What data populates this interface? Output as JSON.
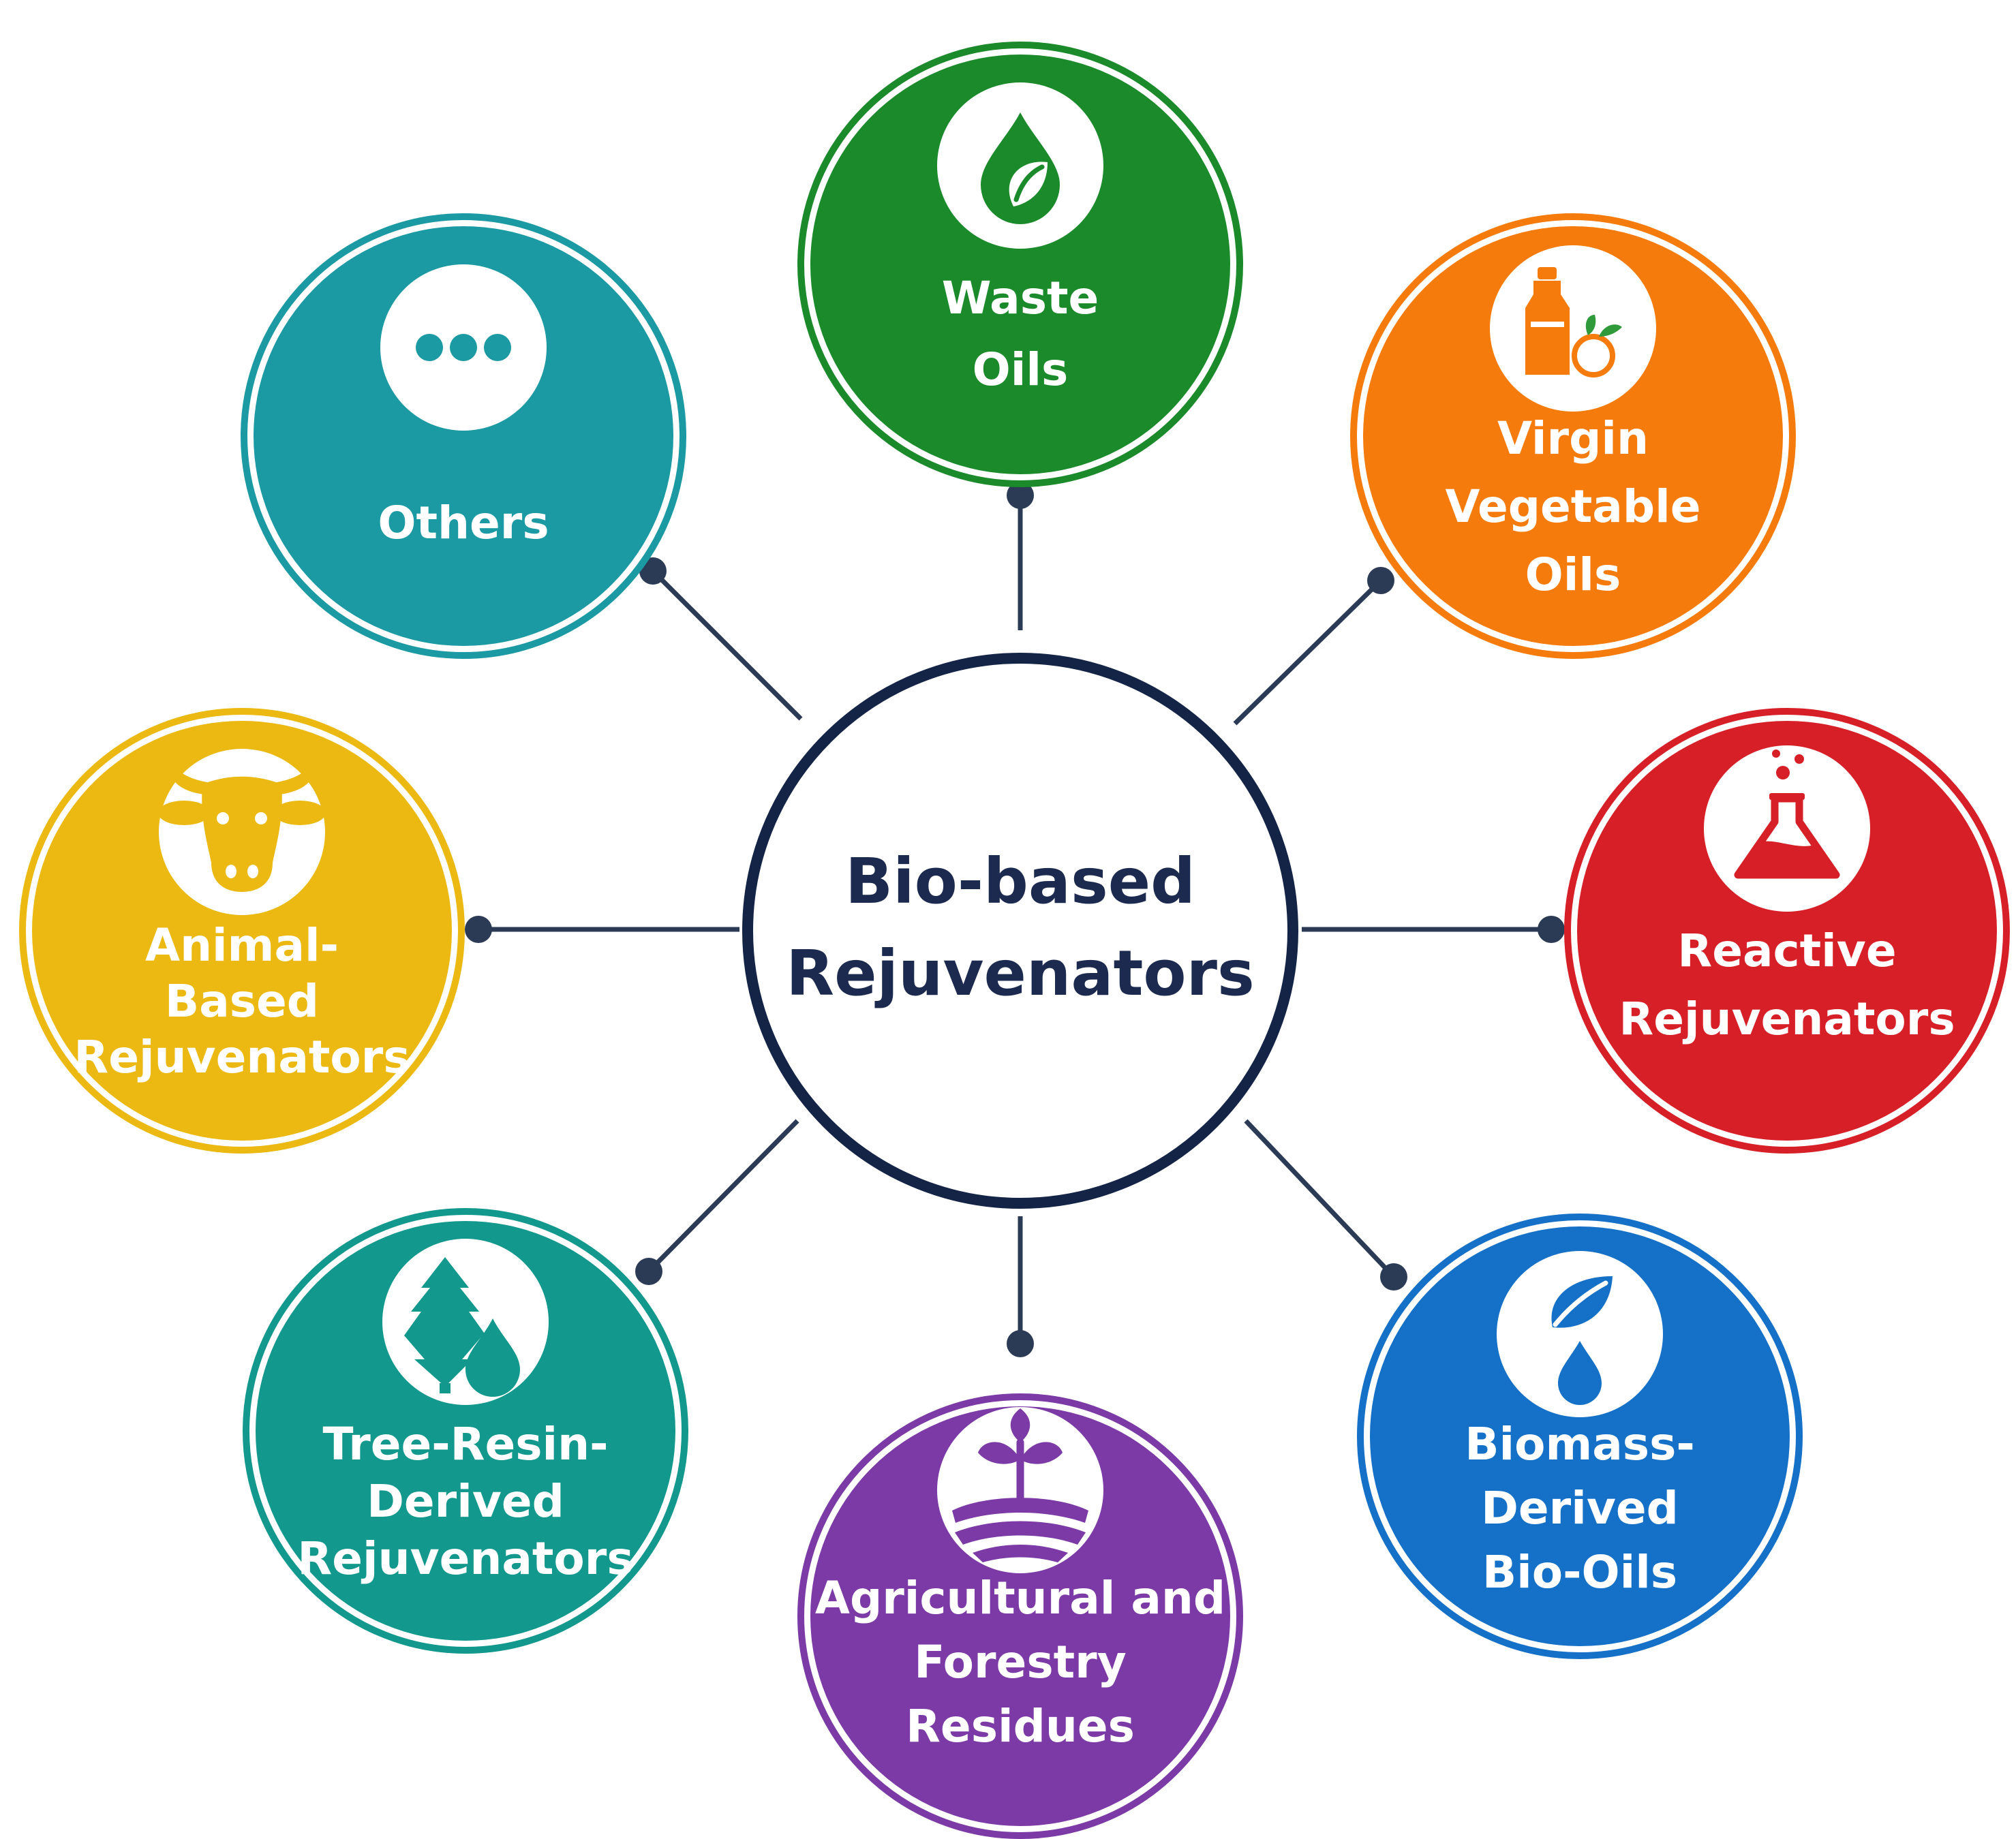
{
  "center": {
    "lines": [
      "Bio-based",
      "Rejuvenators"
    ],
    "color": "#142447"
  },
  "connector_color": "#2b3a55",
  "nodes": [
    {
      "key": "waste-oils",
      "lines": [
        "Waste",
        "Oils"
      ],
      "color": "#1a8a2a",
      "icon": "oil-drop-leaf-icon"
    },
    {
      "key": "virgin-vegetable-oils",
      "lines": [
        "Virgin",
        "Vegetable",
        "Oils"
      ],
      "color": "#f57c0c",
      "icon": "oil-bottle-fruit-icon"
    },
    {
      "key": "reactive-rejuvenators",
      "lines": [
        "Reactive",
        "Rejuvenators"
      ],
      "color": "#d61f26",
      "icon": "flask-icon"
    },
    {
      "key": "biomass-derived-bio-oils",
      "lines": [
        "Biomass-",
        "Derived",
        "Bio-Oils"
      ],
      "color": "#1570c8",
      "icon": "leaf-drop-icon"
    },
    {
      "key": "agricultural-forestry-residues",
      "lines": [
        "Agricultural and",
        "Forestry",
        "Residues"
      ],
      "color": "#7b3aa6",
      "icon": "sprout-field-icon"
    },
    {
      "key": "tree-resin-derived-rejuvenators",
      "lines": [
        "Tree-Resin-",
        "Derived",
        "Rejuvenators"
      ],
      "color": "#12988c",
      "icon": "tree-drop-icon"
    },
    {
      "key": "animal-based-rejuvenators",
      "lines": [
        "Animal-",
        "Based",
        "Rejuvenators"
      ],
      "color": "#ebb911",
      "icon": "cow-head-icon"
    },
    {
      "key": "others",
      "lines": [
        "Others"
      ],
      "color": "#1b9aa4",
      "icon": "ellipsis-icon"
    }
  ]
}
